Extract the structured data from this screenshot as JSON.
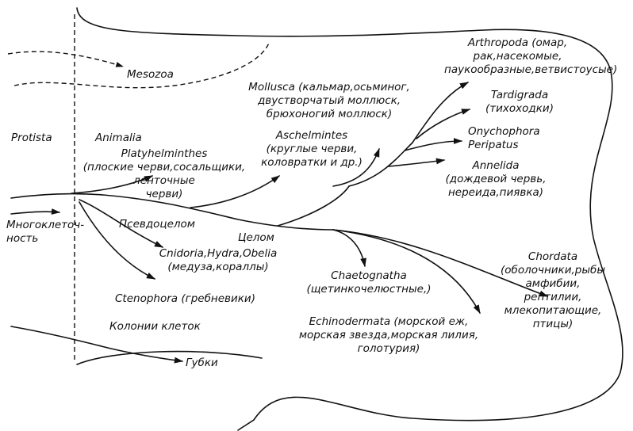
{
  "labels": {
    "mesozoa": "Mesozoa",
    "protista": "Protista",
    "animalia": "Animalia",
    "platyhelminthes": [
      "Platyhelminthes",
      "(плоские черви,сосальщики,",
      "ленточные",
      "черви)"
    ],
    "mollusca": [
      "Mollusca (кальмар,осьминог,",
      "двустворчатый моллюск,",
      "брюхоногий моллюск)"
    ],
    "aschelmintes": [
      "Aschelmintes",
      "(круглые черви,",
      "коловратки и др.)"
    ],
    "arthropoda": [
      "Arthropoda (омар,",
      "рак,насекомые,",
      "паукообразные,ветвистоусые)"
    ],
    "tardigrada": [
      "Tardigrada",
      "(тихоходки)"
    ],
    "onychophora": [
      "Onychophora",
      "Peripatus"
    ],
    "annelida": [
      "Annelida",
      "(дождевой червь,",
      "нереида,пиявка)"
    ],
    "mnogokletochnost": [
      "Многоклеточ-",
      "ность"
    ],
    "pseudocoelom": "Псевдоцелом",
    "coelom": "Целом",
    "cnidaria": [
      "Cnidoria,Hydra,Obelia",
      "(медуза,кораллы)"
    ],
    "chordata": [
      "Chordata",
      "(оболочники,рыбы",
      "амфибии,",
      "рептилии,",
      "млекопитающие,",
      "птицы)"
    ],
    "chaetognatha": [
      "Chaetognatha",
      "(щетинкочелюстные,)"
    ],
    "ctenophora": "Ctenophora (гребневики)",
    "kolonii": "Колонии клеток",
    "echinodermata": [
      "Echinodermata (морской еж,",
      "морская звезда,морская лилия,",
      "голотурия)"
    ],
    "gubki": "Губки"
  }
}
